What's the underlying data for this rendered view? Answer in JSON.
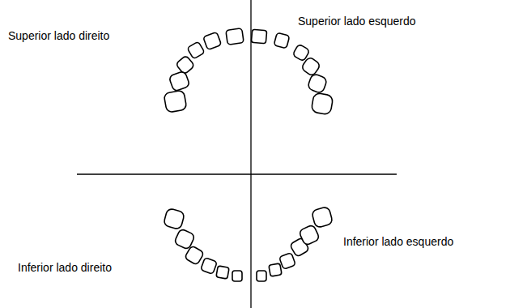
{
  "diagram": {
    "labels": [
      "Superior lado direito",
      "Superior lado esquerdo",
      "Inferior lado direito",
      "Inferior lado esquerdo"
    ]
  }
}
